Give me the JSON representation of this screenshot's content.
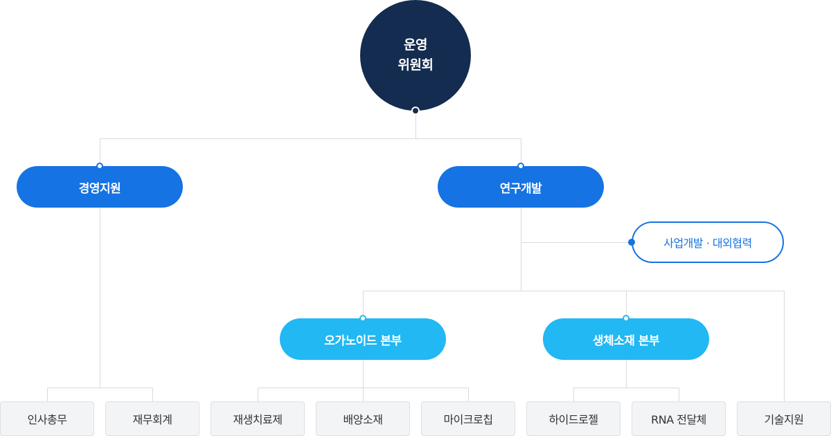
{
  "org": {
    "root": {
      "line1": "운영",
      "line2": "위원회"
    },
    "management": "경영지원",
    "rnd": "연구개발",
    "bizdev": "사업개발 · 대외협력",
    "organoid_hq": "오가노이드 본부",
    "biomaterial_hq": "생체소재 본부",
    "teams": {
      "hr": "인사총무",
      "finance": "재무회계",
      "regen": "재생치료제",
      "culture": "배양소재",
      "microrobot": "마이크로칩",
      "hydrogel": "하이드로젤",
      "rna": "RNA 전달체",
      "tech": "기술지원"
    }
  }
}
